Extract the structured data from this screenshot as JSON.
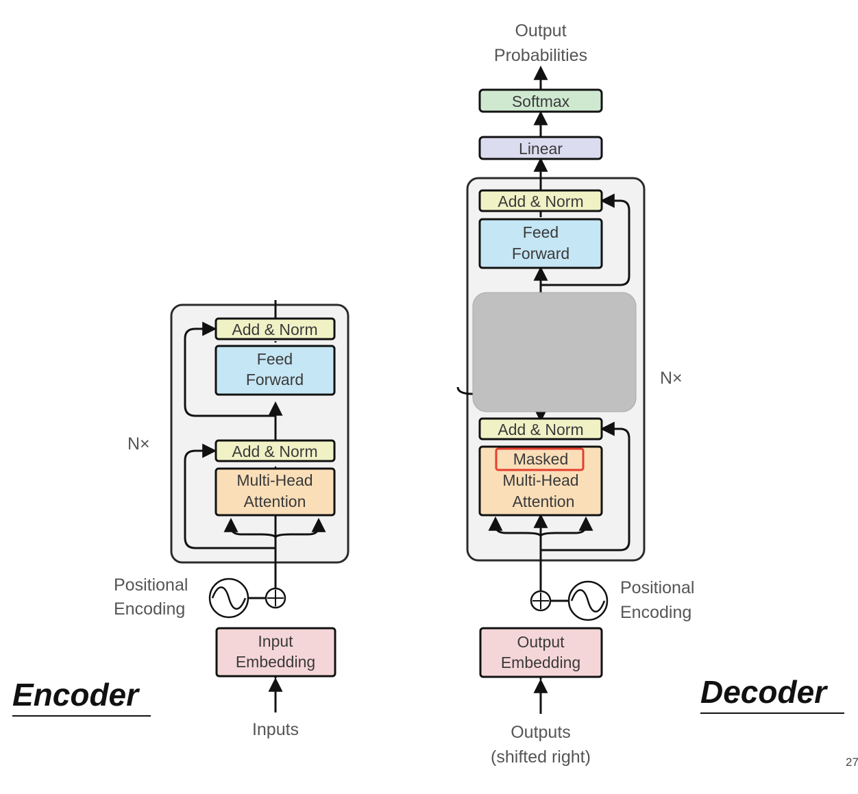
{
  "encoder": {
    "title": "Encoder",
    "repeat_label": "N×",
    "add_norm_top": "Add & Norm",
    "feed_forward": [
      "Feed",
      "Forward"
    ],
    "add_norm_bottom": "Add & Norm",
    "attention": [
      "Multi-Head",
      "Attention"
    ],
    "positional_encoding": [
      "Positional",
      "Encoding"
    ],
    "embedding": [
      "Input",
      "Embedding"
    ],
    "inputs": "Inputs"
  },
  "decoder": {
    "title": "Decoder",
    "repeat_label": "N×",
    "output_probabilities": [
      "Output",
      "Probabilities"
    ],
    "softmax": "Softmax",
    "linear": "Linear",
    "add_norm_top": "Add & Norm",
    "feed_forward": [
      "Feed",
      "Forward"
    ],
    "add_norm_bottom": "Add & Norm",
    "masked_attention": [
      "Masked",
      "Multi-Head",
      "Attention"
    ],
    "positional_encoding": [
      "Positional",
      "Encoding"
    ],
    "embedding": [
      "Output",
      "Embedding"
    ],
    "outputs": [
      "Outputs",
      "(shifted right)"
    ]
  },
  "page_number": "27",
  "colors": {
    "add_norm": "#f0f2c6",
    "feed_forward": "#c5e6f4",
    "attention": "#f9deb8",
    "embedding": "#f5d6d8",
    "softmax": "#cfe9d1",
    "linear": "#dcdcf0",
    "layer_panel": "#f2f2f2",
    "masked_highlight": "#e53e2e",
    "redacted_block": "#c0c0c0"
  }
}
